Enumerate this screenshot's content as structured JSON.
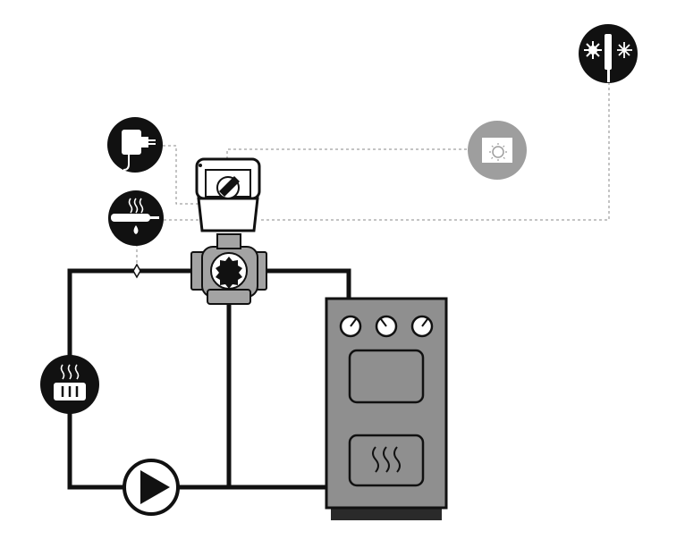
{
  "diagram": {
    "description_free": true,
    "components": [
      {
        "id": "power-adapter",
        "icon": "power-adapter-icon"
      },
      {
        "id": "pipe-sensor",
        "icon": "pipe-temperature-sensor-icon"
      },
      {
        "id": "valve-actuator",
        "icon": "valve-actuator-icon"
      },
      {
        "id": "mixing-valve",
        "icon": "three-way-mixing-valve-icon"
      },
      {
        "id": "room-thermostat",
        "icon": "room-thermostat-icon"
      },
      {
        "id": "outdoor-sensor",
        "icon": "outdoor-sensor-sun-snow-icon"
      },
      {
        "id": "radiator",
        "icon": "radiator-heat-icon"
      },
      {
        "id": "circulation-pump",
        "icon": "circulation-pump-icon"
      },
      {
        "id": "boiler",
        "icon": "boiler-icon"
      }
    ],
    "colors": {
      "line": "#111111",
      "icon_bg": "#111111",
      "icon_fg": "#ffffff",
      "thermostat_bg": "#9e9e9e",
      "boiler_body": "#8f8f8f",
      "boiler_base": "#2a2a2a",
      "valve_body": "#a3a3a3",
      "dashed": "#9a9a9a"
    }
  }
}
